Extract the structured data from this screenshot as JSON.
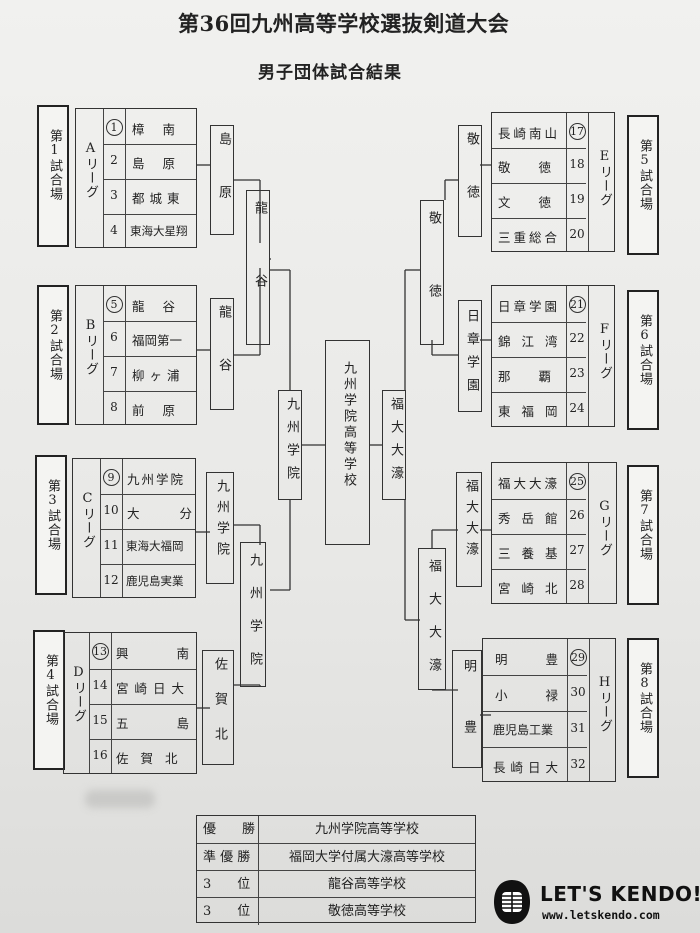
{
  "title": "第36回九州高等学校選抜剣道大会",
  "subtitle": "男子団体試合結果",
  "venues": [
    "第1試合場",
    "第2試合場",
    "第3試合場",
    "第4試合場",
    "第5試合場",
    "第6試合場",
    "第7試合場",
    "第8試合場"
  ],
  "leagues": {
    "A": {
      "name": "Aリーグ",
      "teams": [
        {
          "no": "1",
          "name": "樟南",
          "circled": true
        },
        {
          "no": "2",
          "name": "島原"
        },
        {
          "no": "3",
          "name": "都城東"
        },
        {
          "no": "4",
          "name": "東海大星翔"
        }
      ]
    },
    "B": {
      "name": "Bリーグ",
      "teams": [
        {
          "no": "5",
          "name": "龍谷",
          "circled": true
        },
        {
          "no": "6",
          "name": "福岡第一"
        },
        {
          "no": "7",
          "name": "柳ヶ浦"
        },
        {
          "no": "8",
          "name": "前原"
        }
      ]
    },
    "C": {
      "name": "Cリーグ",
      "teams": [
        {
          "no": "9",
          "name": "九州学院",
          "circled": true
        },
        {
          "no": "10",
          "name": "大分"
        },
        {
          "no": "11",
          "name": "東海大福岡"
        },
        {
          "no": "12",
          "name": "鹿児島実業"
        }
      ]
    },
    "D": {
      "name": "Dリーグ",
      "teams": [
        {
          "no": "13",
          "name": "興南",
          "circled": true
        },
        {
          "no": "14",
          "name": "宮崎日大"
        },
        {
          "no": "15",
          "name": "五島"
        },
        {
          "no": "16",
          "name": "佐賀北"
        }
      ]
    },
    "E": {
      "name": "Eリーグ",
      "teams": [
        {
          "no": "17",
          "name": "長崎南山",
          "circled": true
        },
        {
          "no": "18",
          "name": "敬徳"
        },
        {
          "no": "19",
          "name": "文徳"
        },
        {
          "no": "20",
          "name": "三重総合"
        }
      ]
    },
    "F": {
      "name": "Fリーグ",
      "teams": [
        {
          "no": "21",
          "name": "日章学園",
          "circled": true
        },
        {
          "no": "22",
          "name": "錦江湾"
        },
        {
          "no": "23",
          "name": "那覇"
        },
        {
          "no": "24",
          "name": "東福岡"
        }
      ]
    },
    "G": {
      "name": "Gリーグ",
      "teams": [
        {
          "no": "25",
          "name": "福大大濠",
          "circled": true
        },
        {
          "no": "26",
          "name": "秀岳館"
        },
        {
          "no": "27",
          "name": "三養基"
        },
        {
          "no": "28",
          "name": "宮崎北"
        }
      ]
    },
    "H": {
      "name": "Hリーグ",
      "teams": [
        {
          "no": "29",
          "name": "明豊",
          "circled": true
        },
        {
          "no": "30",
          "name": "小禄"
        },
        {
          "no": "31",
          "name": "鹿児島工業"
        },
        {
          "no": "32",
          "name": "長崎日大"
        }
      ]
    }
  },
  "bracket": {
    "r1_left": [
      "島原",
      "龍谷",
      "九州学院",
      "佐賀北"
    ],
    "r1_right": [
      "敬徳",
      "日章学園",
      "福大大濠",
      "明豊"
    ],
    "r2_left": [
      "龍谷",
      "九州学院"
    ],
    "r2_right": [
      "敬徳",
      "福大大濠"
    ],
    "sf_left": "九州学院",
    "sf_right": "福大大濠",
    "champion": "九州学院高等学校"
  },
  "results": [
    {
      "label": "優　　勝",
      "value": "九州学院高等学校"
    },
    {
      "label": "準 優 勝",
      "value": "福岡大学付属大濠高等学校"
    },
    {
      "label": "3　　位",
      "value": "龍谷高等学校"
    },
    {
      "label": "3　　位",
      "value": "敬徳高等学校"
    }
  ],
  "logo": {
    "text": "LET'S KENDO!!",
    "url": "www.letskendo.com"
  }
}
